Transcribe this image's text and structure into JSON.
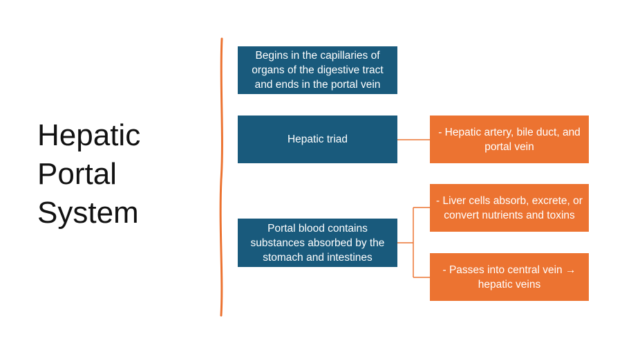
{
  "title": "Hepatic\nPortal\nSystem",
  "colors": {
    "blue_box": "#195a7c",
    "orange_box": "#ec7331",
    "line": "#ec7331",
    "title_text": "#111111"
  },
  "branches": [
    {
      "text": "Begins in the capillaries of organs of the digestive tract and ends in the portal vein",
      "details": []
    },
    {
      "text": "Hepatic triad",
      "details": [
        "- Hepatic artery, bile duct, and portal vein"
      ]
    },
    {
      "text": "Portal blood contains substances absorbed by the stomach and intestines",
      "details": [
        "- Liver cells absorb, excrete, or convert nutrients and toxins",
        "- Passes into central vein → hepatic veins"
      ]
    }
  ]
}
